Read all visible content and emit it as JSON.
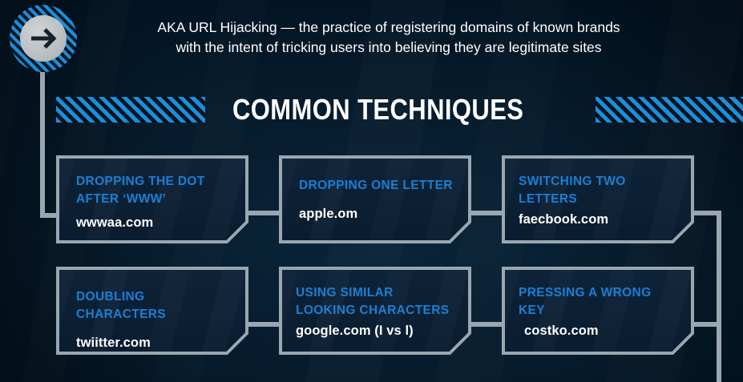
{
  "header": {
    "intro_line1": "AKA URL Hijacking — the practice of registering domains of known brands",
    "intro_line2": "with the intent of tricking users into believing they are legitimate sites",
    "badge_icon": "arrow-right-icon"
  },
  "section": {
    "title": "COMMON TECHNIQUES"
  },
  "colors": {
    "accent_blue": "#1a8fdb",
    "heading_blue": "#1a7fd4",
    "connector_grey": "#9aa7b0",
    "card_bg": "#0d2137",
    "page_bg": "#00111d",
    "text_white": "#ffffff"
  },
  "cards": [
    {
      "heading": "DROPPING THE DOT\nAFTER ‘WWW’",
      "example": "wwwaa.com"
    },
    {
      "heading": "DROPPING ONE LETTER",
      "example": "apple.om"
    },
    {
      "heading": "SWITCHING TWO\nLETTERS",
      "example": "faecbook.com"
    },
    {
      "heading": "DOUBLING CHARACTERS",
      "example": "twiitter.com"
    },
    {
      "heading": "USING SIMILAR\nLOOKING CHARACTERS",
      "example": "google.com (I vs l)"
    },
    {
      "heading": "PRESSING A WRONG\nKEY",
      "example": "costko.com"
    }
  ]
}
